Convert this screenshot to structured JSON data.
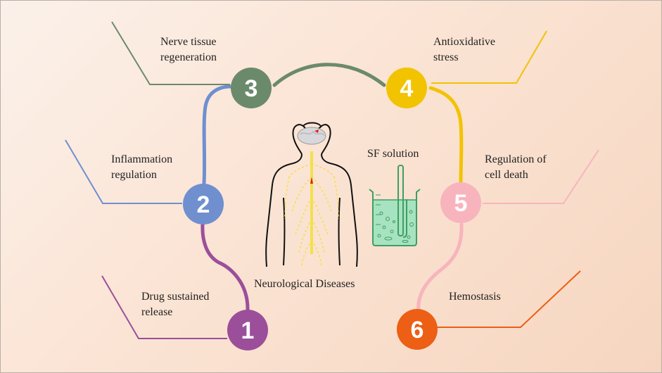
{
  "center": {
    "title": "Neurological Diseases",
    "beaker_label": "SF solution"
  },
  "nodes": [
    {
      "number": "1",
      "label_line1": "Drug sustained",
      "label_line2": "release",
      "color": "#9b4f9a"
    },
    {
      "number": "2",
      "label_line1": "Inflammation",
      "label_line2": "regulation",
      "color": "#6f8fcf"
    },
    {
      "number": "3",
      "label_line1": "Nerve tissue",
      "label_line2": "regeneration",
      "color": "#6b8a6c"
    },
    {
      "number": "4",
      "label_line1": "Antioxidative",
      "label_line2": "stress",
      "color": "#f2c300"
    },
    {
      "number": "5",
      "label_line1": "Regulation of",
      "label_line2": "cell death",
      "color": "#f8b4bd"
    },
    {
      "number": "6",
      "label_line1": "Hemostasis",
      "label_line2": "",
      "color": "#ec5f14"
    }
  ],
  "colors": {
    "background": "#fbe5d6",
    "beaker_liquid": "#a7e3c0",
    "beaker_stroke": "#3f9e63",
    "nerve": "#f3e04a",
    "lesion": "#e0201a"
  }
}
